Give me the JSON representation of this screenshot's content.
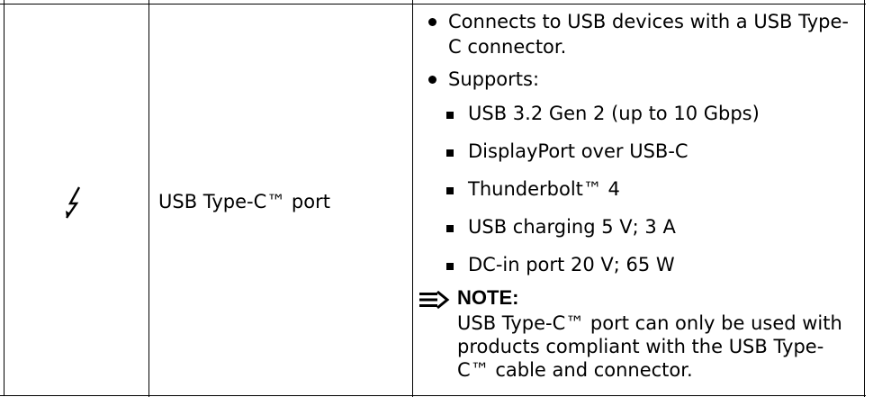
{
  "table_row": {
    "icon": "thunderbolt-icon",
    "port_name": "USB Type-C™ port",
    "description": {
      "bullets": [
        "Connects to USB devices with a USB Type-C connector.",
        "Supports:"
      ],
      "supports": [
        "USB 3.2 Gen 2 (up to 10 Gbps)",
        "DisplayPort over USB-C",
        "Thunderbolt™ 4",
        "USB charging 5 V; 3 A",
        "DC-in port 20 V; 65 W"
      ],
      "note": {
        "icon": "note-arrow-icon",
        "label": "NOTE:",
        "text": "USB Type-C™ port can only be used with products compliant with the USB Type-C™ cable and connector."
      }
    }
  }
}
